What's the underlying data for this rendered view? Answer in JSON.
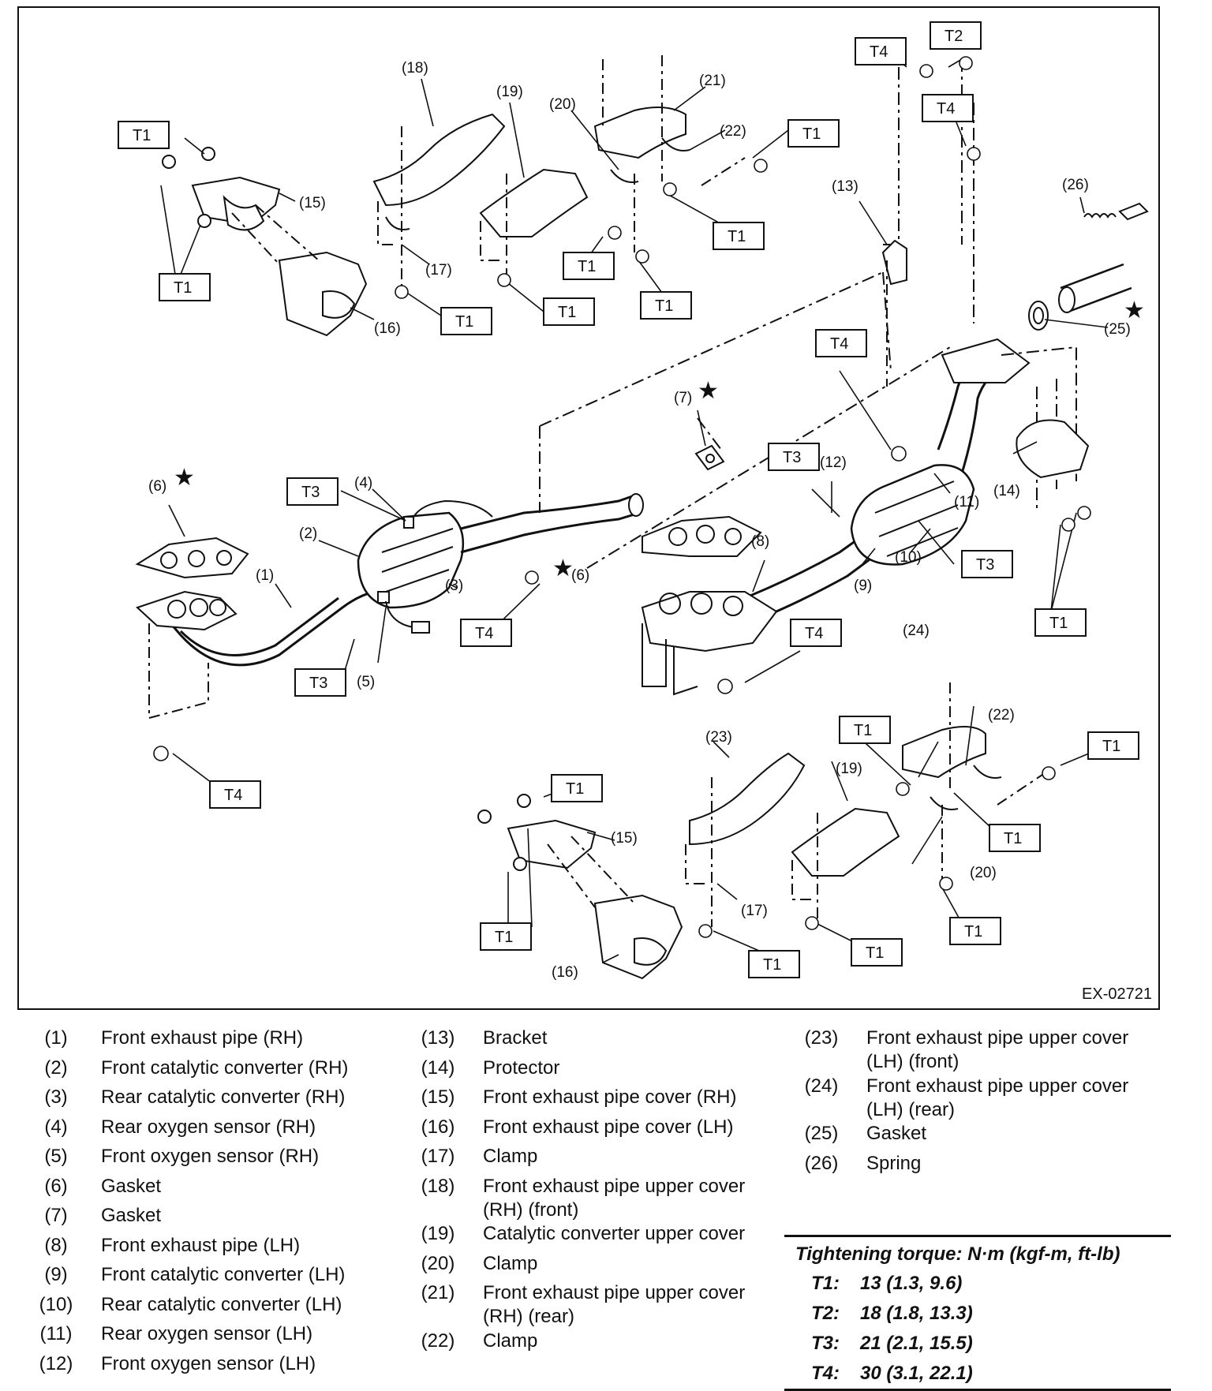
{
  "diagram": {
    "code": "EX-02721",
    "callouts": {
      "n1": "(1)",
      "n2": "(2)",
      "n3": "(3)",
      "n4": "(4)",
      "n5": "(5)",
      "n6": "(6)",
      "n7": "(7)",
      "n8": "(8)",
      "n9": "(9)",
      "n10": "(10)",
      "n11": "(11)",
      "n12": "(12)",
      "n13": "(13)",
      "n14": "(14)",
      "n15": "(15)",
      "n16": "(16)",
      "n17": "(17)",
      "n18": "(18)",
      "n19": "(19)",
      "n20": "(20)",
      "n21": "(21)",
      "n22": "(22)",
      "n23": "(23)",
      "n24": "(24)",
      "n25": "(25)",
      "n26": "(26)"
    },
    "torque_labels": {
      "t1": "T1",
      "t2": "T2",
      "t3": "T3",
      "t4": "T4"
    }
  },
  "legend": {
    "col1": [
      {
        "num": "(1)",
        "text": "Front exhaust pipe (RH)"
      },
      {
        "num": "(2)",
        "text": "Front catalytic converter (RH)"
      },
      {
        "num": "(3)",
        "text": "Rear catalytic converter (RH)"
      },
      {
        "num": "(4)",
        "text": "Rear oxygen sensor (RH)"
      },
      {
        "num": "(5)",
        "text": "Front oxygen sensor (RH)"
      },
      {
        "num": "(6)",
        "text": "Gasket"
      },
      {
        "num": "(7)",
        "text": "Gasket"
      },
      {
        "num": "(8)",
        "text": "Front exhaust pipe (LH)"
      },
      {
        "num": "(9)",
        "text": "Front catalytic converter (LH)"
      },
      {
        "num": "(10)",
        "text": "Rear catalytic converter (LH)"
      },
      {
        "num": "(11)",
        "text": "Rear oxygen sensor (LH)"
      },
      {
        "num": "(12)",
        "text": "Front oxygen sensor (LH)"
      }
    ],
    "col2": [
      {
        "num": "(13)",
        "text": "Bracket"
      },
      {
        "num": "(14)",
        "text": "Protector"
      },
      {
        "num": "(15)",
        "text": "Front exhaust pipe cover (RH)"
      },
      {
        "num": "(16)",
        "text": "Front exhaust pipe cover (LH)"
      },
      {
        "num": "(17)",
        "text": "Clamp"
      },
      {
        "num": "(18)",
        "text": "Front exhaust pipe upper cover",
        "text2": "(RH) (front)"
      },
      {
        "num": "(19)",
        "text": "Catalytic converter upper cover"
      },
      {
        "num": "(20)",
        "text": "Clamp"
      },
      {
        "num": "(21)",
        "text": "Front exhaust pipe upper cover",
        "text2": "(RH) (rear)"
      },
      {
        "num": "(22)",
        "text": "Clamp"
      }
    ],
    "col3": [
      {
        "num": "(23)",
        "text": "Front exhaust pipe upper cover",
        "text2": "(LH) (front)"
      },
      {
        "num": "(24)",
        "text": "Front exhaust pipe upper cover",
        "text2": "(LH) (rear)"
      },
      {
        "num": "(25)",
        "text": "Gasket"
      },
      {
        "num": "(26)",
        "text": "Spring"
      }
    ]
  },
  "torque": {
    "title": "Tightening torque: N·m (kgf-m, ft-lb)",
    "rows": [
      {
        "key": "T1:",
        "value": "13 (1.3, 9.6)"
      },
      {
        "key": "T2:",
        "value": "18 (1.8, 13.3)"
      },
      {
        "key": "T3:",
        "value": "21 (2.1, 15.5)"
      },
      {
        "key": "T4:",
        "value": "30 (3.1, 22.1)"
      }
    ]
  }
}
